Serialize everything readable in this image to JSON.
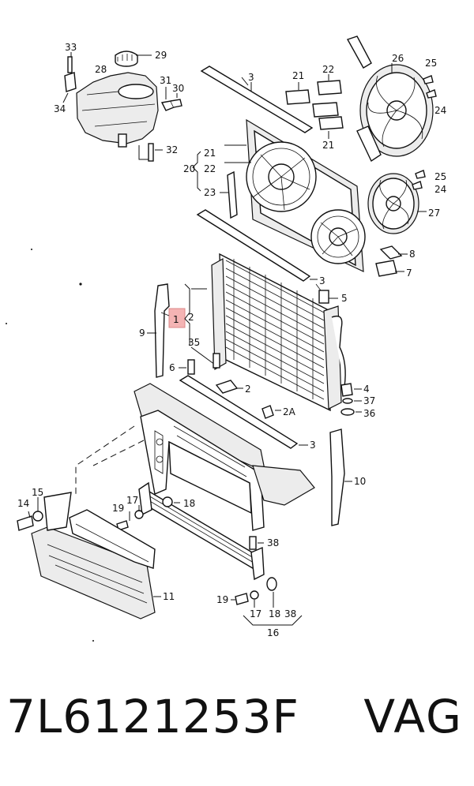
{
  "caption": {
    "part_number": "7L6121253F",
    "brand": "VAG"
  },
  "highlight_color": "#f4b4b4",
  "callouts": {
    "c33": "33",
    "c29": "29",
    "c28": "28",
    "c31": "31",
    "c30": "30",
    "c34": "34",
    "c32": "32",
    "c3a": "3",
    "c21a": "21",
    "c22a": "22",
    "c21b": "21",
    "c26": "26",
    "c25a": "25",
    "c24a": "24",
    "c20": "20",
    "c21c": "21",
    "c22b": "22",
    "c23": "23",
    "c25b": "25",
    "c24b": "24",
    "c27": "27",
    "c8": "8",
    "c7": "7",
    "c3b": "3",
    "c5": "5",
    "c1": "1",
    "c2a": "2",
    "c9": "9",
    "c35": "35",
    "c6": "6",
    "c2b": "2",
    "c4": "4",
    "c37": "37",
    "c2A": "2A",
    "c36": "36",
    "c3c": "3",
    "c10": "10",
    "c15": "15",
    "c14": "14",
    "c19a": "19",
    "c17a": "17",
    "c18a": "18",
    "c38a": "38",
    "c11": "11",
    "c19b": "19",
    "c17b": "17",
    "c18b": "18",
    "c38b": "38",
    "c16": "16"
  }
}
